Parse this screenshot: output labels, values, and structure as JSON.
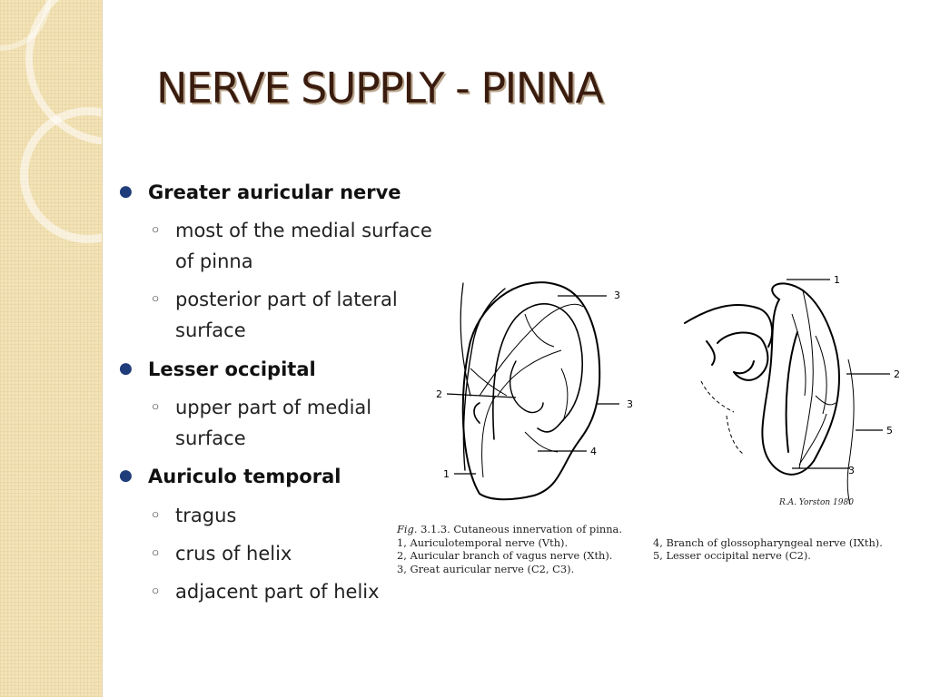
{
  "slide": {
    "title": "NERVE SUPPLY - PINNA",
    "bullets": [
      {
        "text": "Greater auricular nerve",
        "subs": [
          [
            "most of the medial surface",
            "of pinna"
          ],
          [
            "posterior part of lateral",
            "surface"
          ]
        ]
      },
      {
        "text": "Lesser occipital",
        "subs": [
          [
            "upper part of medial",
            "surface"
          ]
        ]
      },
      {
        "text": "Auriculo temporal",
        "subs": [
          [
            "tragus"
          ],
          [
            "crus of helix"
          ],
          [
            "adjacent part of helix"
          ]
        ]
      }
    ]
  },
  "figure": {
    "left_labels": [
      "3",
      "2",
      "3",
      "4",
      "1"
    ],
    "right_labels": [
      "1",
      "2",
      "5",
      "3"
    ],
    "signature": "R.A. Yorston 1980",
    "caption": {
      "title_prefix": "Fig.",
      "title_rest": " 3.1.3.   Cutaneous innervation of pinna.",
      "items": [
        "1,  Auriculotemporal nerve (Vth).",
        "2,  Auricular branch of vagus nerve (Xth).",
        "3,  Great auricular nerve (C2, C3).",
        "4,  Branch of glossopharyngeal nerve (IXth).",
        "5,  Lesser occipital nerve (C2)."
      ]
    }
  },
  "theme": {
    "sidebar": "#f3e3b6",
    "title_color": "#3a1c0e",
    "bullet_color": "#1f3d7a"
  }
}
